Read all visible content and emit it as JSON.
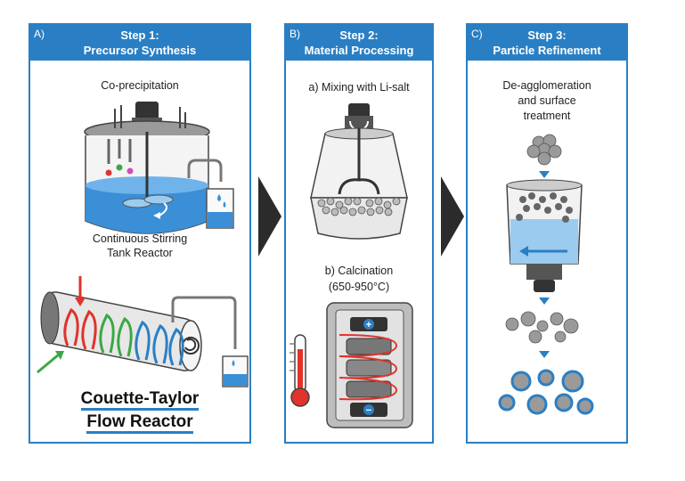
{
  "panels": [
    {
      "letter": "A)",
      "step": "Step 1:",
      "title": "Precursor Synthesis",
      "labels": {
        "coprecip": "Co-precipitation",
        "cstr_line1": "Continuous Stirring",
        "cstr_line2": "Tank Reactor",
        "ct_line1": "Couette-Taylor",
        "ct_line2": "Flow Reactor"
      }
    },
    {
      "letter": "B)",
      "step": "Step 2:",
      "title": "Material Processing",
      "labels": {
        "mixing": "a) Mixing with Li-salt",
        "calc_line1": "b) Calcination",
        "calc_line2": "(650-950°C)"
      }
    },
    {
      "letter": "C)",
      "step": "Step 3:",
      "title": "Particle Refinement",
      "labels": {
        "deagg_line1": "De-agglomeration",
        "deagg_line2": "and surface",
        "deagg_line3": "treatment"
      }
    }
  ],
  "colors": {
    "accent": "#2a7fc4",
    "liquid": "#3a8fd6",
    "red": "#e0332b",
    "green": "#3aa845",
    "arrow_dark": "#2b2b2b"
  },
  "symbols": {
    "plus": "+",
    "minus": "−"
  }
}
